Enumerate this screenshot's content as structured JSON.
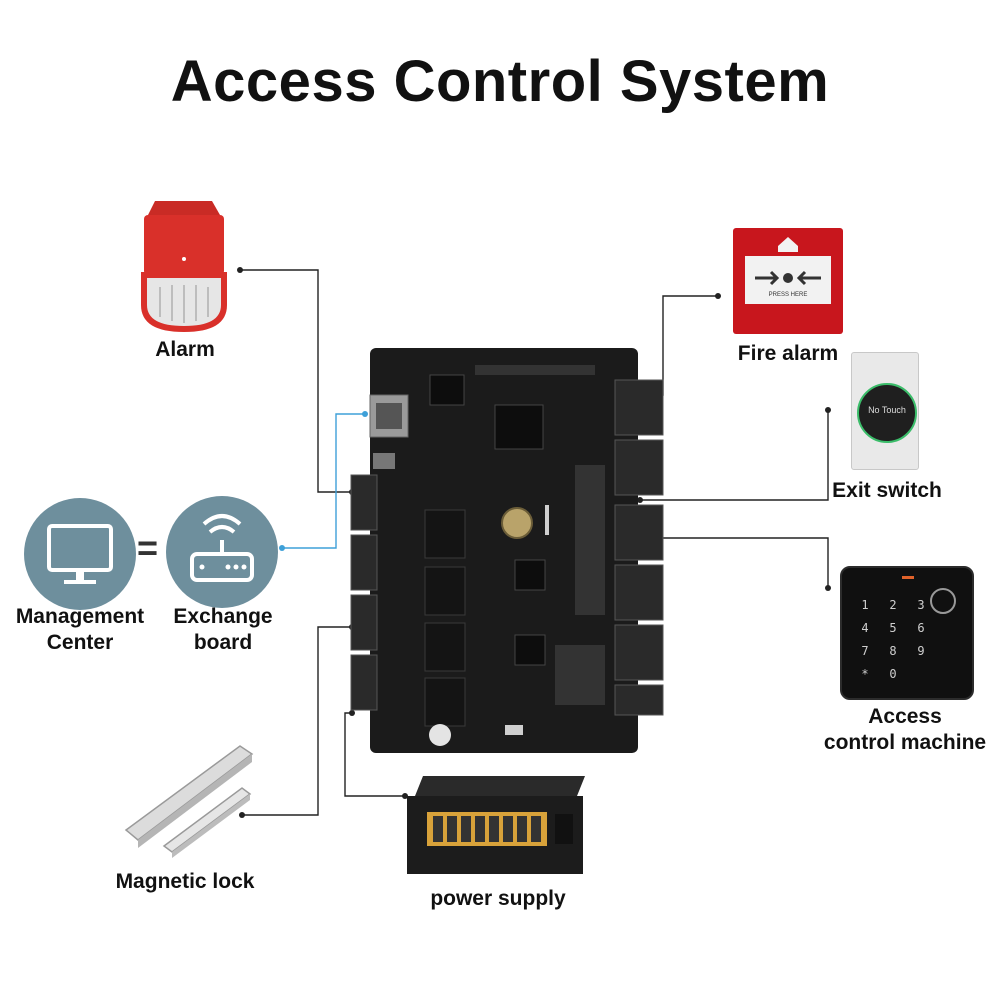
{
  "title": "Access Control System",
  "components": {
    "alarm": "Alarm",
    "fire_alarm": "Fire alarm",
    "exit_switch": "Exit switch",
    "management_center": [
      "Management",
      "Center"
    ],
    "exchange_board": [
      "Exchange",
      "board"
    ],
    "access_control_machine": [
      "Access",
      "control machine"
    ],
    "magnetic_lock": "Magnetic lock",
    "power_supply": "power supply"
  },
  "equals_sign": "=",
  "exit_button_text": "No Touch",
  "fire_alarm_panel_text": "PRESS HERE",
  "keypad_keys": [
    "1",
    "2",
    "3",
    "4",
    "5",
    "6",
    "7",
    "8",
    "9",
    "*",
    "0"
  ],
  "colors": {
    "wire": "#222222",
    "network_wire": "#3ea0d8",
    "board": "#1b1b1b",
    "terminal": "#2a2a2a",
    "alarm_red": "#d9302a",
    "fire_red": "#c8161d",
    "icon_circle": "#6e8f9d"
  },
  "icons": [
    "alarm-light-icon",
    "fire-alarm-icon",
    "exit-switch-icon",
    "monitor-icon",
    "router-icon",
    "keypad-icon",
    "magnetic-lock-icon",
    "power-supply-icon",
    "controller-board-icon"
  ]
}
